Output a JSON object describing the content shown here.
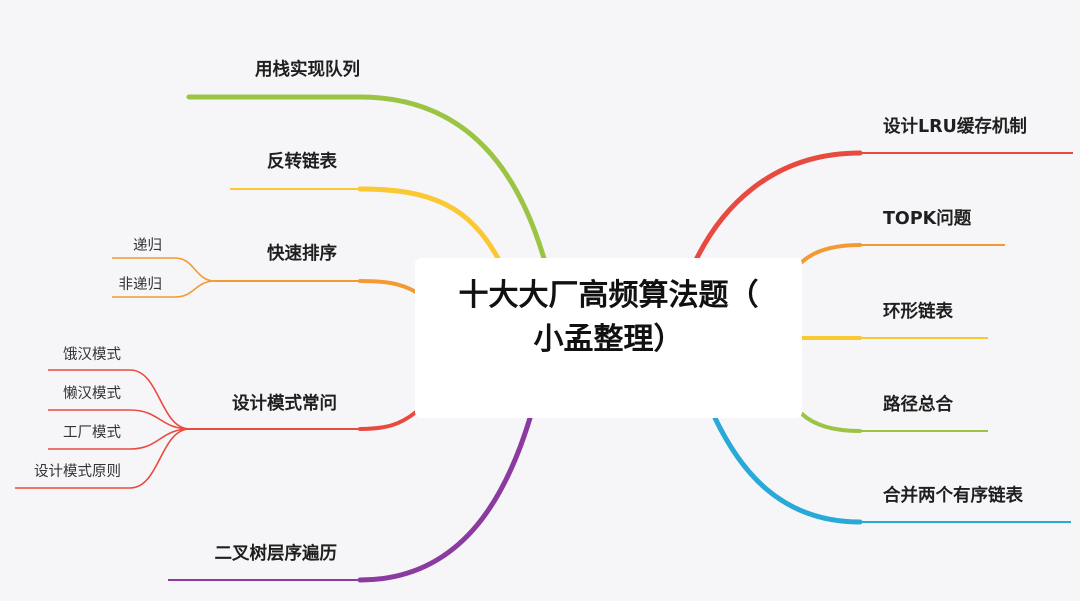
{
  "root": {
    "title_line1": "十大大厂高频算法题（",
    "title_line2": "小孟整理）"
  },
  "left_branches": [
    {
      "label": "用栈实现队列",
      "color": "#9bc444"
    },
    {
      "label": "反转链表",
      "color": "#f9c833"
    },
    {
      "label": "快速排序",
      "color": "#f39a34",
      "children": [
        "递归",
        "非递归"
      ]
    },
    {
      "label": "设计模式常问",
      "color": "#e84a3f",
      "children": [
        "饿汉模式",
        "懒汉模式",
        "工厂模式",
        "设计模式原则"
      ]
    },
    {
      "label": "二叉树层序遍历",
      "color": "#8b3aa0"
    }
  ],
  "right_branches": [
    {
      "label": "设计LRU缓存机制",
      "color": "#e84a3f"
    },
    {
      "label": "TOPK问题",
      "color": "#f39a34"
    },
    {
      "label": "环形链表",
      "color": "#f9c833"
    },
    {
      "label": "路径总合",
      "color": "#9bc444"
    },
    {
      "label": "合并两个有序链表",
      "color": "#29a9d8"
    }
  ]
}
